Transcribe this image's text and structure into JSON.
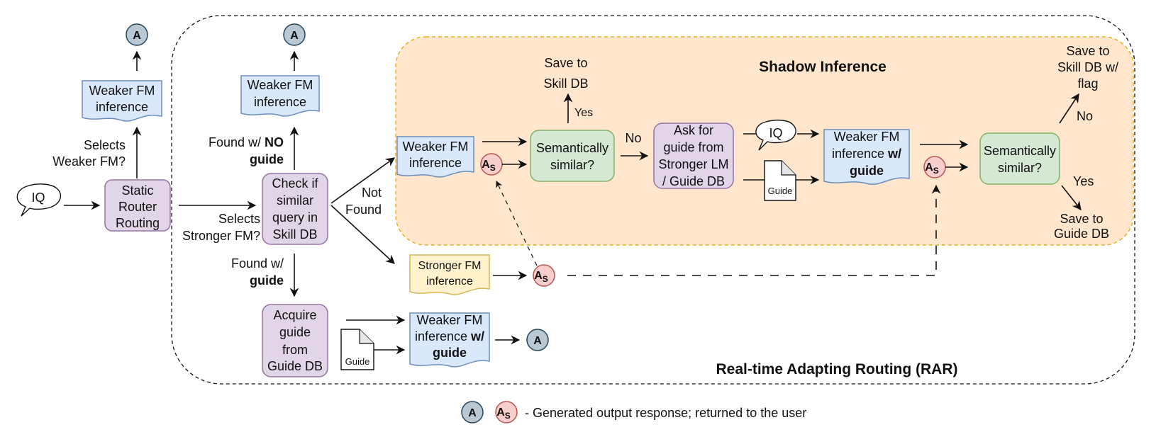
{
  "diagram": {
    "colors": {
      "process_fill": "#e1d5e7",
      "process_stroke": "#9673a6",
      "decision_fill": "#d5e8d4",
      "decision_stroke": "#82b366",
      "weak_fill": "#dae8fc",
      "weak_stroke": "#6c8ebf",
      "strong_fill": "#fff2cc",
      "strong_stroke": "#d6b656",
      "shadow_fill": "#ffe6cc",
      "shadow_stroke": "#e6ac1e",
      "answer_fill": "#bac8d3",
      "shadow_answer_fill": "#f8cecc"
    },
    "static": {
      "iq": "IQ",
      "router": [
        "Static",
        "Router",
        "Routing"
      ],
      "weak_inference": [
        "Weaker FM",
        "inference"
      ],
      "answer": "A",
      "label_weak": [
        "Selects",
        "Weaker FM?"
      ],
      "label_strong": [
        "Selects",
        "Stronger FM?"
      ]
    },
    "rar": {
      "title": "Real-time Adapting Routing (RAR)",
      "check": [
        "Check if",
        "similar",
        "query in",
        "Skill DB"
      ],
      "found_no_guide": {
        "prefix": "Found w/ ",
        "bold": "NO",
        "line2": "guide"
      },
      "weak_inference_top": [
        "Weaker FM",
        "inference"
      ],
      "answer_top": "A",
      "not_found": [
        "Not",
        "Found"
      ],
      "found_guide": {
        "line1": "Found w/",
        "line2": "guide"
      },
      "acquire": [
        "Acquire",
        "guide",
        "from",
        "Guide DB"
      ],
      "guide_doc": "Guide",
      "weak_with_guide": {
        "line1": "Weaker FM",
        "line2_prefix": "inference ",
        "line2_bold": "w/",
        "line3": "guide"
      },
      "answer_bottom": "A",
      "strong_inference": [
        "Stronger FM",
        "inference"
      ],
      "shadow_answer": {
        "main": "A",
        "sub": "S"
      }
    },
    "shadow": {
      "title": "Shadow Inference",
      "weak_inference": [
        "Weaker FM",
        "inference"
      ],
      "similar_1": [
        "Semantically",
        "similar?"
      ],
      "yes_1": "Yes",
      "save_skill": [
        "Save to",
        "Skill DB"
      ],
      "no_1": "No",
      "ask_guide": [
        "Ask for",
        "guide from",
        "Stronger LM",
        "/ Guide DB"
      ],
      "iq": "IQ",
      "guide_doc": "Guide",
      "weak_with_guide": {
        "line1": "Weaker FM",
        "line2_prefix": "inference ",
        "line2_bold": "w/",
        "line3": "guide"
      },
      "similar_2": [
        "Semantically",
        "similar?"
      ],
      "no_2": "No",
      "save_skill_flag": [
        "Save to",
        "Skill DB w/",
        "flag"
      ],
      "yes_2": "Yes",
      "save_guide": [
        "Save to",
        "Guide DB"
      ]
    },
    "legend": {
      "answer": "A",
      "shadow_answer_main": "A",
      "shadow_answer_sub": "S",
      "text": "- Generated output response; returned to the user"
    }
  }
}
